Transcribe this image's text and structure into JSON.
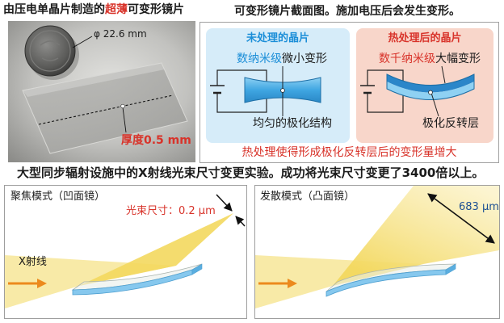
{
  "colors": {
    "accent_red": "#d8332a",
    "accent_blue": "#1b8ed8",
    "untreated_panel": "#d6ecf9",
    "treated_panel": "#f8d6ca",
    "crystal_blue": "#3fa6e2",
    "beam_yellow": "#f3d85e",
    "xray_orange": "#ec8a1d",
    "size_label_blue": "#1c4f93"
  },
  "photo": {
    "title_pre": "由压电单晶片制造的",
    "title_em": "超薄",
    "title_post": "可变形镜片",
    "coin_diameter": "φ 22.6 mm",
    "thickness": "厚度0.5 mm"
  },
  "cross_section": {
    "title": "可变形镜片截面图。施加电压后会发生变形。",
    "untreated": {
      "heading": "未处理的晶片",
      "deformation_scale": "数纳米级",
      "deformation_text": "微小变形",
      "structure": "均匀的极化结构"
    },
    "treated": {
      "heading": "热处理后的晶片",
      "deformation_scale": "数千纳米级",
      "deformation_text": "大幅变形",
      "structure": "极化反转层"
    },
    "conclusion": "热处理使得形成极化反转层后的变形量增大"
  },
  "experiment": {
    "title": "大型同步辐射设施中的X射线光束尺寸变更实验。成功将光束尺寸变更了3400倍以上。",
    "focusing": {
      "mode": "聚焦模式（凹面镜）",
      "xray_label": "X射线",
      "beam_size": "光束尺寸：0.2 μm"
    },
    "diverging": {
      "mode": "发散模式（凸面镜）",
      "beam_size": "683 μm"
    }
  }
}
